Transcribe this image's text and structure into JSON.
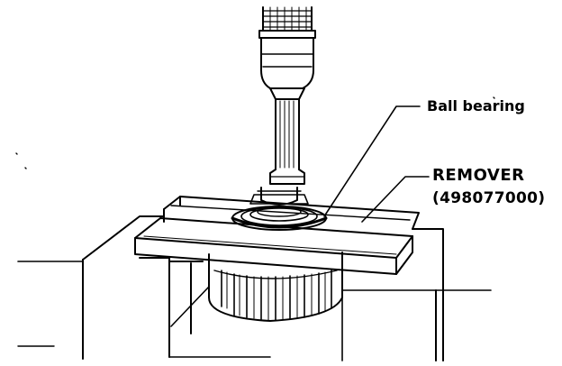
{
  "labels": {
    "ball_bearing": "Ball bearing",
    "remover_name": "REMOVER",
    "remover_part_number": "(498077000)"
  }
}
